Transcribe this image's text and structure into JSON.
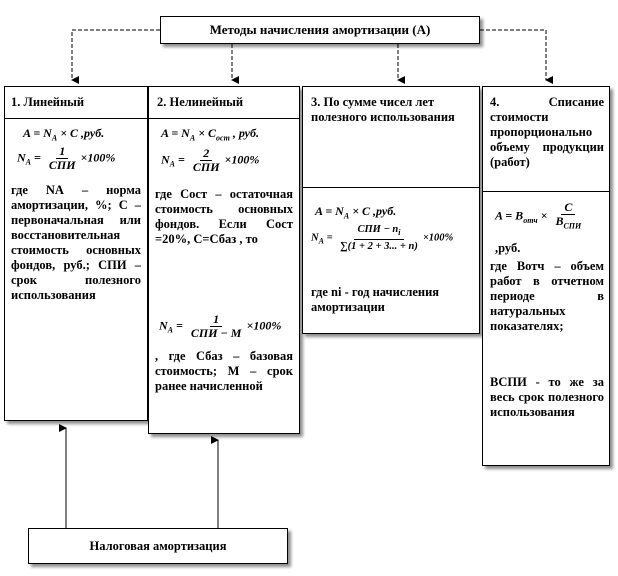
{
  "top_title": "Методы начисления амортизации (А)",
  "bottom_title": "Налоговая амортизация",
  "col1": {
    "title": "1. Линейный",
    "f1": "A = N",
    "f1_sub": "A",
    "f1_tail": " × C ,руб.",
    "f2_lhs": "N",
    "f2_lhs_sub": "A",
    "f2_num": "1",
    "f2_den": "СПИ",
    "f2_tail": "×100%",
    "text": "где NА – норма амортизации, %; С – первоначальная или восстановительная стоимость основных фондов, руб.; СПИ – срок полезного использования"
  },
  "col2": {
    "title": "2. Нелинейный",
    "f1": "A = N",
    "f1_sub": "A",
    "f1_mid": " × C",
    "f1_sub2": "ост",
    "f1_tail": " , руб.",
    "f2_lhs": "N",
    "f2_lhs_sub": "A",
    "f2_num": "2",
    "f2_den": "СПИ",
    "f2_tail": "×100%",
    "text1": "где Сост – остаточная стоимость основных фондов. Если Сост =20%, С=Сбаз , то",
    "f3_lhs": "N",
    "f3_lhs_sub": "A",
    "f3_num": "1",
    "f3_den": "СПИ − M",
    "f3_tail": "×100%",
    "text2": ", где Сбаз – базовая стоимость; М – срок ранее начисленной"
  },
  "col3": {
    "title": "3. По сумме чисел лет полезного использования",
    "f1": "A = N",
    "f1_sub": "A",
    "f1_tail": " × C ,руб.",
    "f2_lhs": "N",
    "f2_lhs_sub": "A",
    "f2_num": "СПИ − n",
    "f2_num_sub": "i",
    "f2_den": "∑(1 + 2 + 3... + n)",
    "f2_tail": "×100%",
    "text": "где ni - год начисления амортизации"
  },
  "col4": {
    "title": "4. Списание стоимости пропорционально объему продукции (работ)",
    "f1": "A = B",
    "f1_sub": "отч",
    "f1_mid": " × ",
    "f1_num": "C",
    "f1_den": "B",
    "f1_den_sub": "СПИ",
    "f1_tail": ",руб.",
    "text1": "где Вотч – объем работ в отчетном периоде в натуральных показателях;",
    "text2": "ВСПИ - то же за весь срок полезного использования"
  }
}
